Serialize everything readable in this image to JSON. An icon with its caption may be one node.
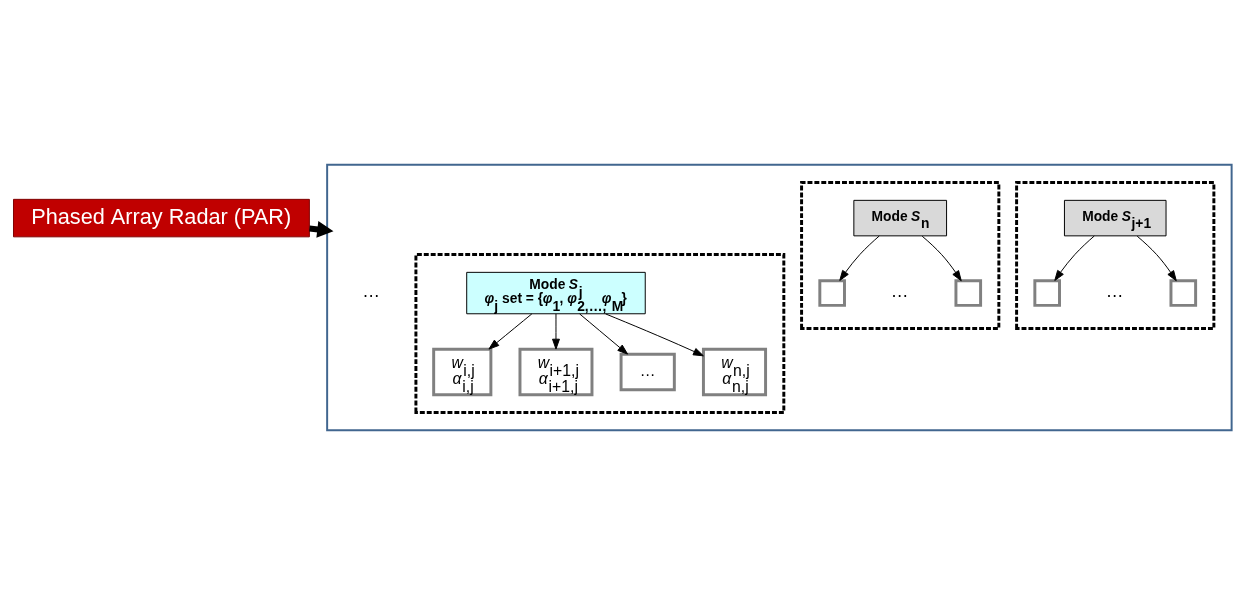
{
  "diagram": {
    "nodes": [
      {
        "text": [
          "Phased Array Radar (PAR)"
        ]
      },
      {
        "text": [],
        "shape": "box"
      },
      {
        "text": [],
        "shape": "box",
        "in": 1
      },
      {
        "text": [
          "Mode *S*$_{j}$",
          "*φ*$_{j}$ set = {*φ*$_{1}$, *φ*$_{2,…,}$*φ*$_{M}$}"
        ],
        "in": 2
      },
      {
        "text": [
          "*w*$_{i,j}$",
          "*α*$_{i,j}$"
        ],
        "in": 2
      },
      {
        "text": [
          "*w*$_{i+1,j}$",
          "*α*$_{i+1,j}$"
        ],
        "in": 2
      },
      {
        "text": [
          "…"
        ],
        "in": 2
      },
      {
        "text": [
          "*w*$_{n,j}$",
          "*α*$_{n,j}$"
        ],
        "in": 2
      },
      {
        "text": [],
        "shape": "box",
        "in": 1
      },
      {
        "text": [
          "Mode *S*$_{j+1}$"
        ],
        "in": 8
      },
      {
        "text": [],
        "shape": "box",
        "in": 8
      },
      {
        "text": [],
        "shape": "box",
        "in": 8
      },
      {
        "text": [],
        "shape": "box",
        "in": 1
      },
      {
        "text": [
          "Mode *S*$_{n}$"
        ],
        "in": 12
      },
      {
        "text": [],
        "shape": "box",
        "in": 12
      },
      {
        "text": [],
        "shape": "box",
        "in": 12
      }
    ],
    "edges": [
      {
        "from": 0,
        "to": 1,
        "arrow": "to",
        "style": "thick"
      },
      {
        "from": 3,
        "to": 4,
        "arrow": "to"
      },
      {
        "from": 3,
        "to": 5,
        "arrow": "to"
      },
      {
        "from": 3,
        "to": 6,
        "arrow": "to"
      },
      {
        "from": 3,
        "to": 7,
        "arrow": "to"
      },
      {
        "from": 9,
        "to": 10,
        "arrow": "to"
      },
      {
        "from": 9,
        "to": 11,
        "arrow": "to"
      },
      {
        "from": 13,
        "to": 14,
        "arrow": "to"
      },
      {
        "from": 13,
        "to": 15,
        "arrow": "to"
      }
    ],
    "labels": [
      "…",
      "…",
      "…"
    ]
  }
}
